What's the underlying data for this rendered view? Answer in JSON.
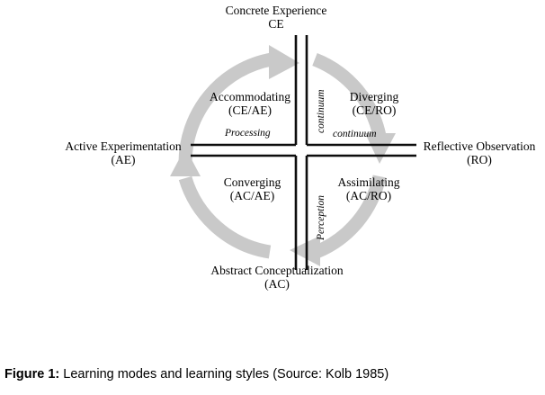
{
  "figure": {
    "caption_label": "Figure 1:",
    "caption_text": " Learning modes and learning styles (Source: Kolb 1985)"
  },
  "diagram": {
    "title": "Kolb experiential learning cycle",
    "colors": {
      "arrow_gray": "#c9c9c9",
      "axis_black": "#0d0d0d",
      "background": "#ffffff",
      "text": "#000000"
    },
    "poles": {
      "top": {
        "name": "Concrete Experience",
        "abbr": "CE"
      },
      "right": {
        "name": "Reflective Observation",
        "abbr": "(RO)"
      },
      "bottom": {
        "name": "Abstract Conceptualization",
        "abbr": "(AC)"
      },
      "left": {
        "name": "Active Experimentation",
        "abbr": "(AE)"
      }
    },
    "quadrants": {
      "top_left": {
        "style": "Accommodating",
        "modes": "(CE/AE)"
      },
      "top_right": {
        "style": "Diverging",
        "modes": "(CE/RO)"
      },
      "bottom_left": {
        "style": "Converging",
        "modes": "(AC/AE)"
      },
      "bottom_right": {
        "style": "Assimilating",
        "modes": "(AC/RO)"
      }
    },
    "axis_captions": {
      "horizontal_left": "Processing",
      "horizontal_right": "continuum",
      "vertical_upper": "continuum",
      "vertical_lower": "Perception"
    }
  }
}
